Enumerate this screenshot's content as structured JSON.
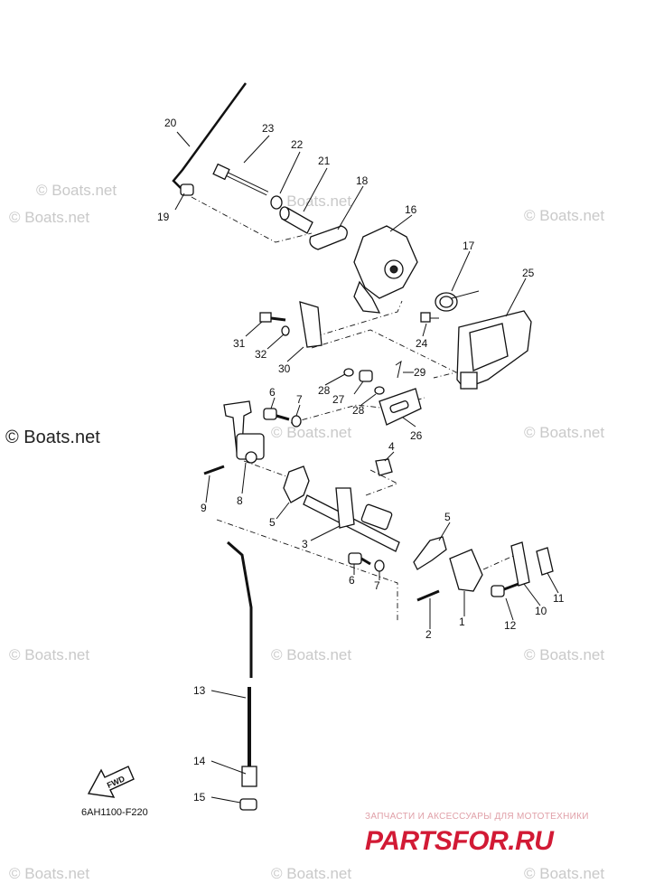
{
  "diagram": {
    "part_labels": [
      "1",
      "2",
      "3",
      "4",
      "5",
      "5",
      "6",
      "6",
      "7",
      "7",
      "8",
      "9",
      "10",
      "11",
      "12",
      "13",
      "14",
      "15",
      "16",
      "17",
      "18",
      "19",
      "20",
      "21",
      "22",
      "23",
      "24",
      "25",
      "26",
      "27",
      "28",
      "28",
      "29",
      "30",
      "31",
      "32"
    ],
    "fwd_label": "FWD",
    "drawing_code": "6AH1100-F220"
  },
  "watermarks": {
    "text": "© Boats.net",
    "big_text": "© Boats.net"
  },
  "shop": {
    "subtitle": "ЗАПЧАСТИ И АКСЕССУАРЫ ДЛЯ МОТОТЕХНИКИ",
    "logo": "PARTSFOR.RU",
    "colors": {
      "logo": "#d21a35",
      "subtitle": "#e0a0a8"
    }
  }
}
